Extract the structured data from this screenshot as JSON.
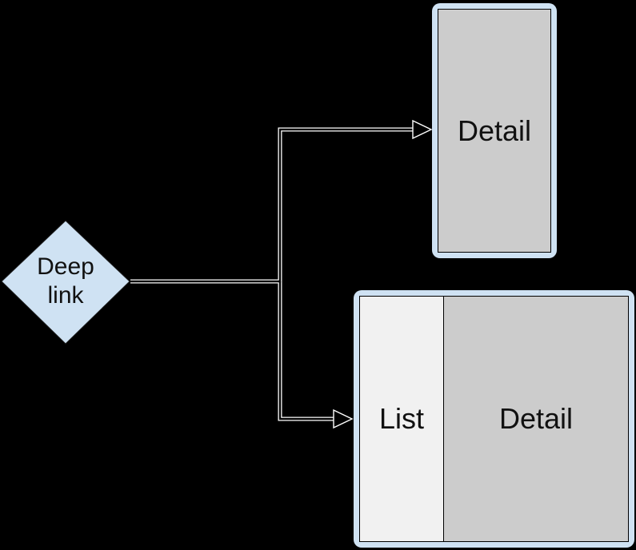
{
  "diagram": {
    "background_color": "#000000",
    "connector_casing_color": "#ffffff",
    "connector_core_color": "#000000",
    "deep_link_node": {
      "label": "Deep link",
      "shape": "diamond",
      "fill_color": "#cfe2f3",
      "border_color": "#1a1a1a"
    },
    "detail_screen_node": {
      "label": "Detail",
      "frame_color": "#cfe2f3",
      "fill_color": "#cccccc",
      "border_color": "#000000"
    },
    "list_detail_screen_node": {
      "list_label": "List",
      "detail_label": "Detail",
      "frame_color": "#cfe2f3",
      "list_fill_color": "#f1f1f1",
      "detail_fill_color": "#cccccc",
      "border_color": "#000000"
    }
  }
}
